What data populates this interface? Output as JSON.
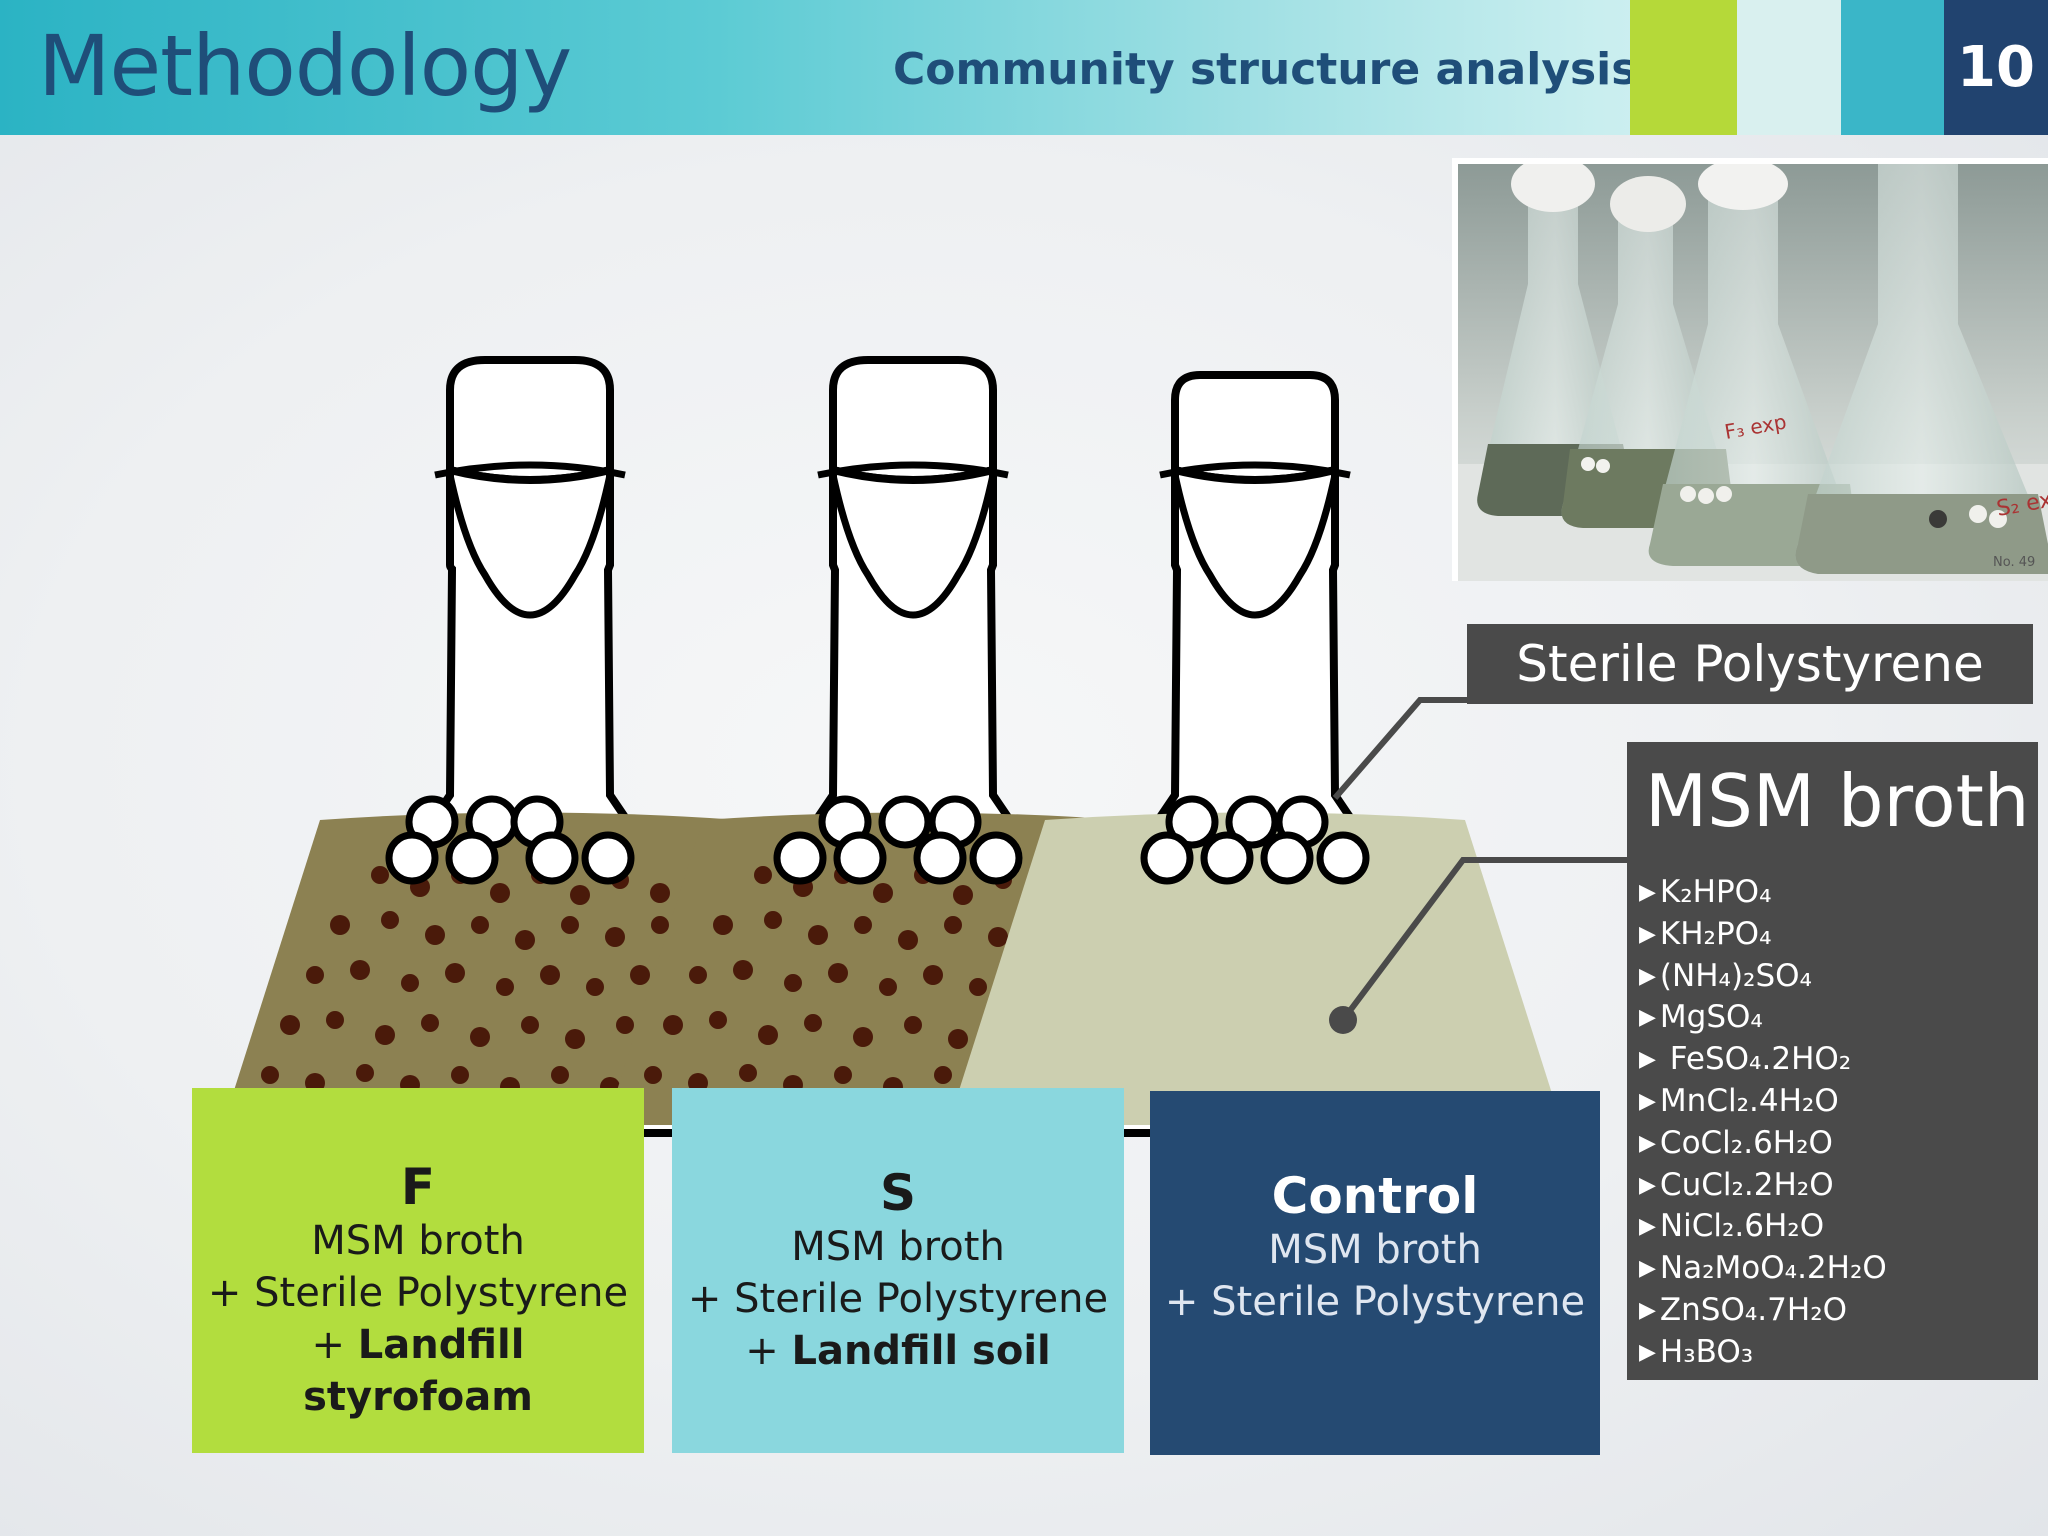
{
  "header": {
    "title": "Methodology",
    "subtitle": "Community structure analysis",
    "page_number": "10",
    "colors": {
      "lime": "#b5d939",
      "cyan": "#3ab6c8",
      "navy": "#21436f"
    }
  },
  "callouts": {
    "sterile_polystyrene": "Sterile Polystyrene"
  },
  "msm_panel": {
    "title": "MSM broth",
    "ingredients": [
      "K2HPO4",
      "KH2PO4",
      "(NH4)2SO4",
      "MgSO4",
      "FeSO4.2HO2",
      "MnCl2.4H2O",
      "CoCl2.6H2O",
      "CuCl2.2H2O",
      "NiCl2.6H2O",
      "Na2MoO4.2H2O",
      "ZnSO4.7H2O",
      "H3BO3"
    ]
  },
  "flasks": [
    {
      "id": "F",
      "liquid_color": "#8c8152",
      "has_soil_particles": true
    },
    {
      "id": "S",
      "liquid_color": "#8c8152",
      "has_soil_particles": true
    },
    {
      "id": "Control",
      "liquid_color": "#cccfb0",
      "has_soil_particles": false
    }
  ],
  "boxes": [
    {
      "label": "F",
      "line1": "MSM broth",
      "line2": "+ Sterile Polystyrene",
      "line3_prefix": "+ ",
      "line3_bold": "Landfill styrofoam",
      "color": "#b2dd3e",
      "text_color": "#1a1a1a"
    },
    {
      "label": "S",
      "line1": "MSM broth",
      "line2": "+ Sterile Polystyrene",
      "line3_prefix": "+ ",
      "line3_bold": "Landfill soil",
      "color": "#8ad7de",
      "text_color": "#1a1a1a"
    },
    {
      "label": "Control",
      "line1": "MSM broth",
      "line2": "+ Sterile Polystyrene",
      "color": "#254a72",
      "text_color": "#ffffff"
    }
  ]
}
